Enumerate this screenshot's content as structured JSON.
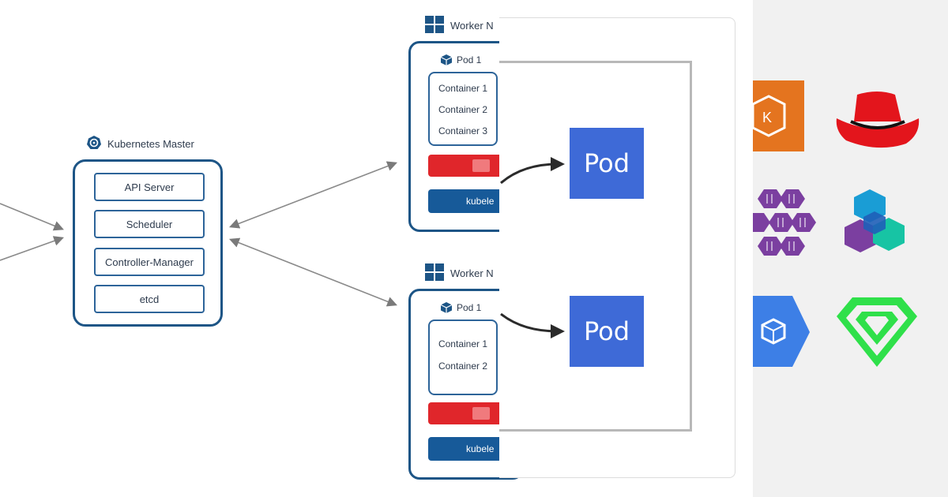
{
  "master": {
    "title": "Kubernetes Master",
    "components": [
      "API Server",
      "Scheduler",
      "Controller-Manager",
      "etcd"
    ]
  },
  "workers": [
    {
      "title": "Worker N",
      "pod_label": "Pod 1",
      "containers": [
        "Container 1",
        "Container 2",
        "Container 3"
      ],
      "kubelet": "kubele"
    },
    {
      "title": "Worker N",
      "pod_label": "Pod 1",
      "containers": [
        "Container 1",
        "Container 2"
      ],
      "kubelet": "kubele"
    }
  ],
  "panel": {
    "pods": [
      "Pod",
      "Pod"
    ]
  },
  "logos": [
    {
      "icon": "amazon-eks-icon",
      "color": "#e4741f"
    },
    {
      "icon": "red-hat-icon",
      "color": "#e3151c"
    },
    {
      "icon": "azure-kubernetes-service-icon",
      "color": "#7b3fa0"
    },
    {
      "icon": "hexagon-cluster-icon",
      "color": "#1a9dd5"
    },
    {
      "icon": "google-kubernetes-engine-icon",
      "color": "#3d7fe6"
    },
    {
      "icon": "green-diamond-icon",
      "color": "#2fe04a"
    }
  ],
  "colors": {
    "navy": "#1d5586",
    "pod_blue": "#3e6ad7",
    "red": "#e0262b",
    "kubelet_blue": "#175a99"
  }
}
